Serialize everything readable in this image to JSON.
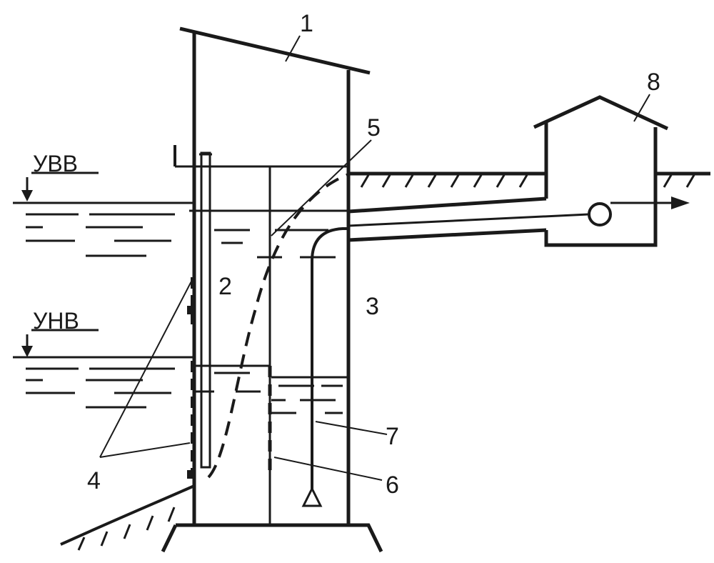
{
  "diagram": {
    "callouts": {
      "roof": "1",
      "screen_chamber": "2",
      "suction_chamber": "3",
      "bar_screens": "4",
      "siphon_pipe": "5",
      "mesh_screen": "6",
      "suction_pipe": "7",
      "pump_station": "8"
    },
    "levels": {
      "high_water": "УВВ",
      "low_water": "УНВ"
    }
  }
}
